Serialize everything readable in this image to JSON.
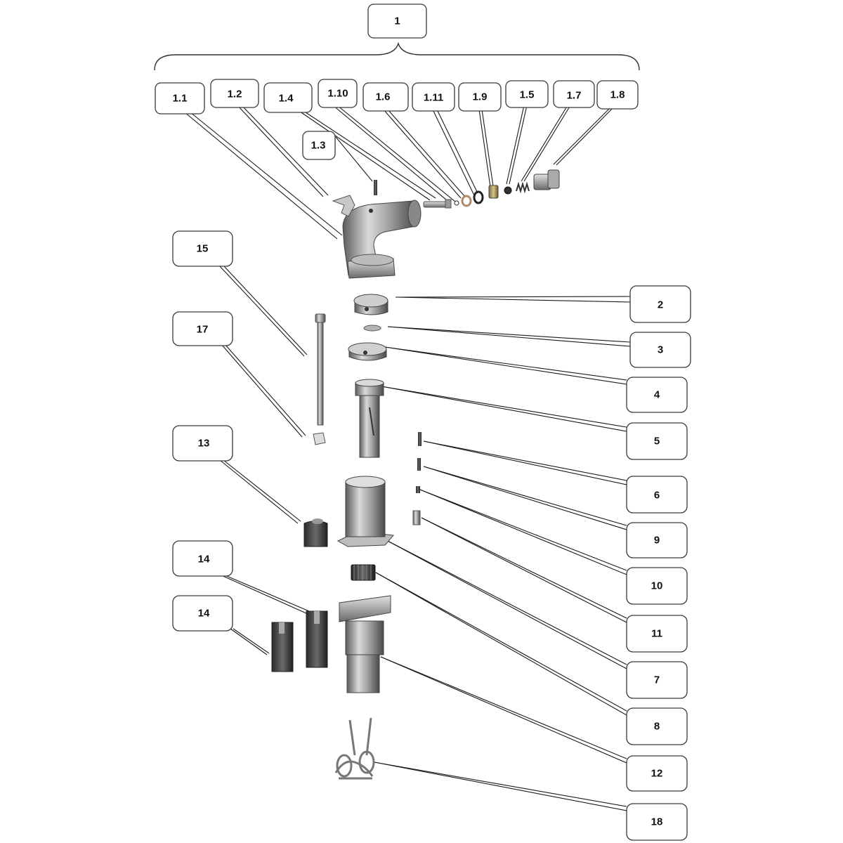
{
  "diagram": {
    "assembly_label": "1",
    "labels": {
      "l1_1": "1.1",
      "l1_2": "1.2",
      "l1_4": "1.4",
      "l1_10": "1.10",
      "l1_6": "1.6",
      "l1_11": "1.11",
      "l1_9": "1.9",
      "l1_5": "1.5",
      "l1_7": "1.7",
      "l1_8": "1.8",
      "l1_3": "1.3",
      "l15": "15",
      "l17": "17",
      "l13": "13",
      "l14a": "14",
      "l14b": "14",
      "l2": "2",
      "l3": "3",
      "l4": "4",
      "l5": "5",
      "l6": "6",
      "l9": "9",
      "l10": "10",
      "l11": "11",
      "l7": "7",
      "l8": "8",
      "l12": "12",
      "l18": "18"
    }
  }
}
